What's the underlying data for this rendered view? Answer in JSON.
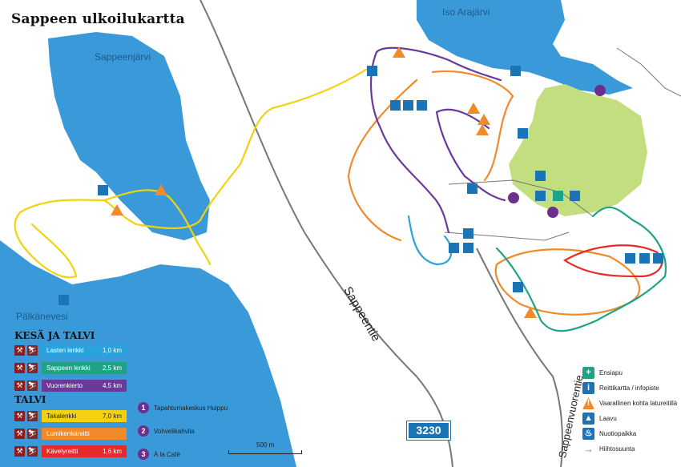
{
  "title": "Sappeen ulkoilukartta",
  "places": {
    "lake_left": "Sappeenjärvi",
    "lake_top": "Iso Arajärvi",
    "lake_bottom": "Pälkänevesi"
  },
  "roads": {
    "main": "Sappeentie",
    "side": "Sappeenvuorentie",
    "number": "3230"
  },
  "legend": {
    "section_all": "KESÄ JA TALVI",
    "section_winter": "TALVI",
    "routes_all": [
      {
        "name": "Lasten lenkki",
        "distance": "1,0 km",
        "color": "#29a3dc"
      },
      {
        "name": "Sappeen lenkki",
        "distance": "2,5 km",
        "color": "#1ea386"
      },
      {
        "name": "Vuorenkierto",
        "distance": "4,5 km",
        "color": "#6a3a9a"
      }
    ],
    "routes_winter": [
      {
        "name": "Takalenkki",
        "distance": "7,0 km",
        "color": "#f2d20f",
        "text_color": "#222"
      },
      {
        "name": "Lumikenkäreitti",
        "distance": "",
        "color": "#f08a2a",
        "text_color": "#ffffff"
      },
      {
        "name": "Kävelyreitti",
        "distance": "1,6 km",
        "color": "#e52a2a",
        "text_color": "#ffffff"
      }
    ],
    "numbered": [
      {
        "num": "1",
        "label": "Tapahtumakeskus Huippu"
      },
      {
        "num": "2",
        "label": "Vohvelikahvila"
      },
      {
        "num": "3",
        "label": "À la Café"
      }
    ],
    "scale": "500 m",
    "symbols": [
      {
        "icon": "first-aid",
        "label": "Ensiapu",
        "color": "#1ea386"
      },
      {
        "icon": "info",
        "label": "Reittikartta / infopiste",
        "color": "#1a74b6"
      },
      {
        "icon": "warning",
        "label": "Vaarallinen kohta latureitillä",
        "color": "#f08a2a"
      },
      {
        "icon": "shelter",
        "label": "Laavu",
        "color": "#1a74b6"
      },
      {
        "icon": "campfire",
        "label": "Nuotiopaikka",
        "color": "#1a74b6"
      },
      {
        "icon": "arrow",
        "label": "Hiihtosuunta",
        "color": "#888888"
      }
    ]
  }
}
